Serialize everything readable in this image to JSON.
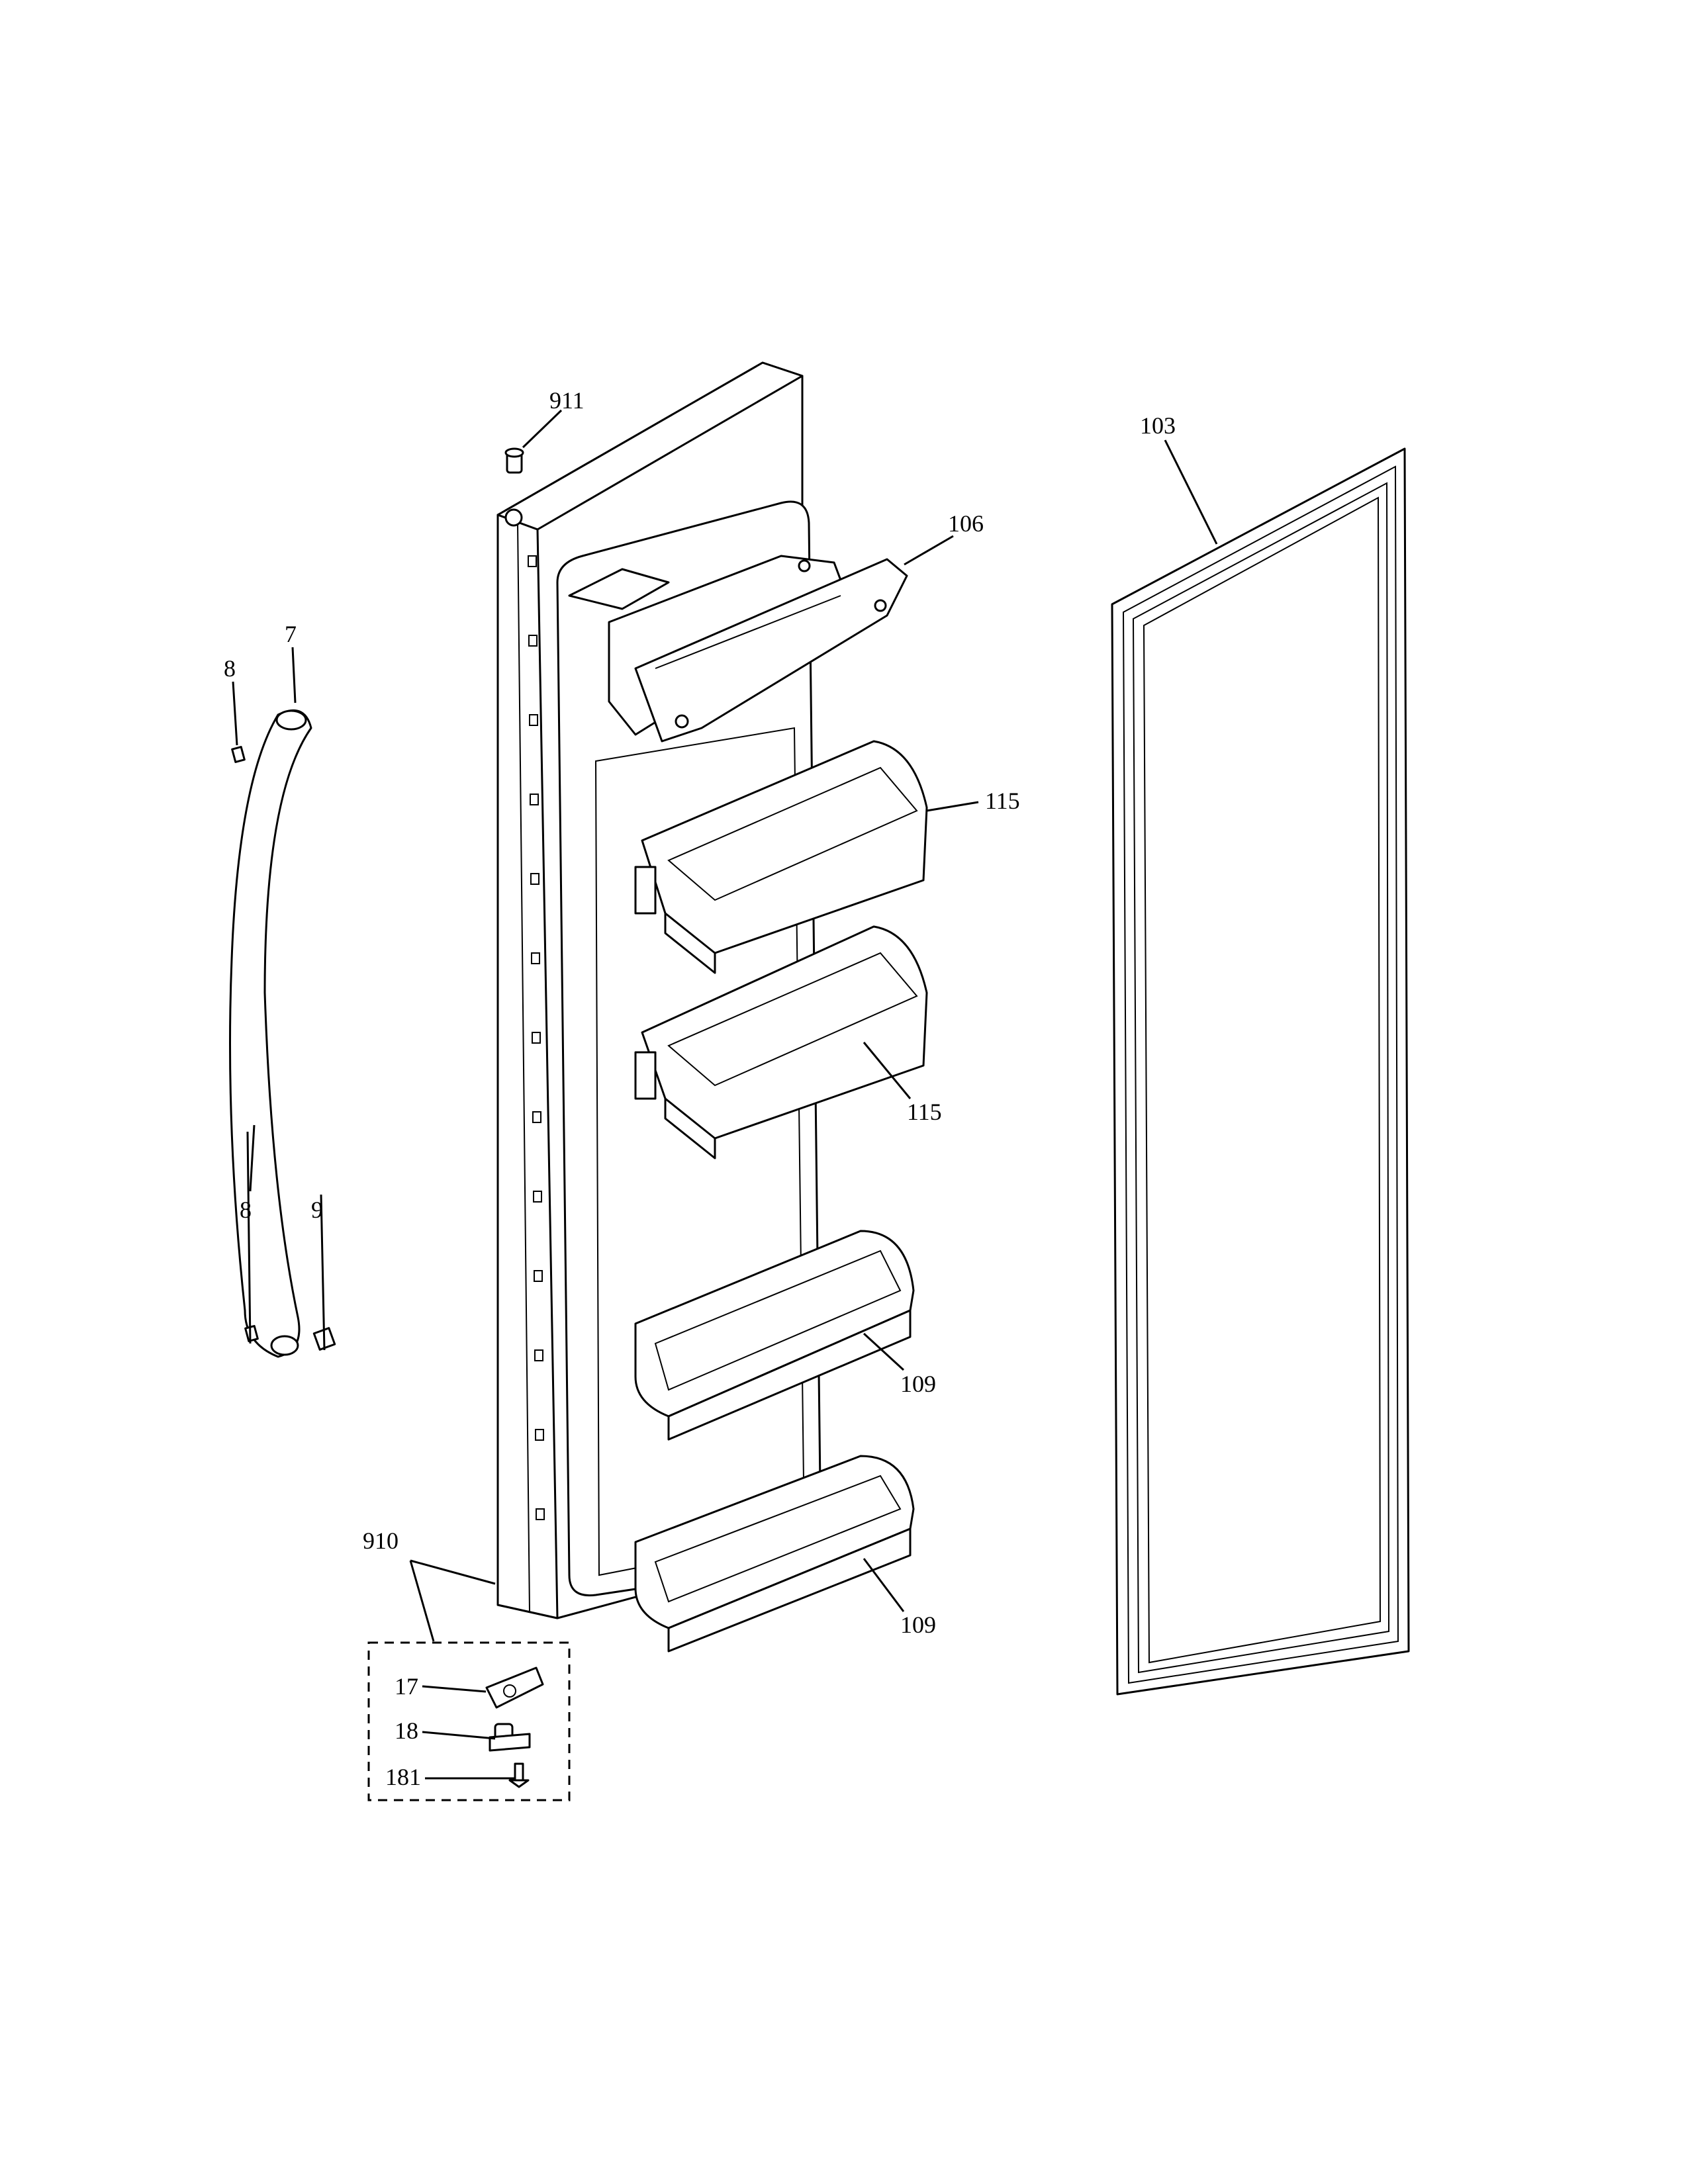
{
  "callouts": {
    "p911": "911",
    "p103": "103",
    "p106": "106",
    "p7": "7",
    "p8_top": "8",
    "p115_top": "115",
    "p115_bottom": "115",
    "p8_bottom": "8",
    "p9": "9",
    "p109_top": "109",
    "p910": "910",
    "p109_bottom": "109",
    "p17": "17",
    "p18": "18",
    "p181": "181"
  }
}
